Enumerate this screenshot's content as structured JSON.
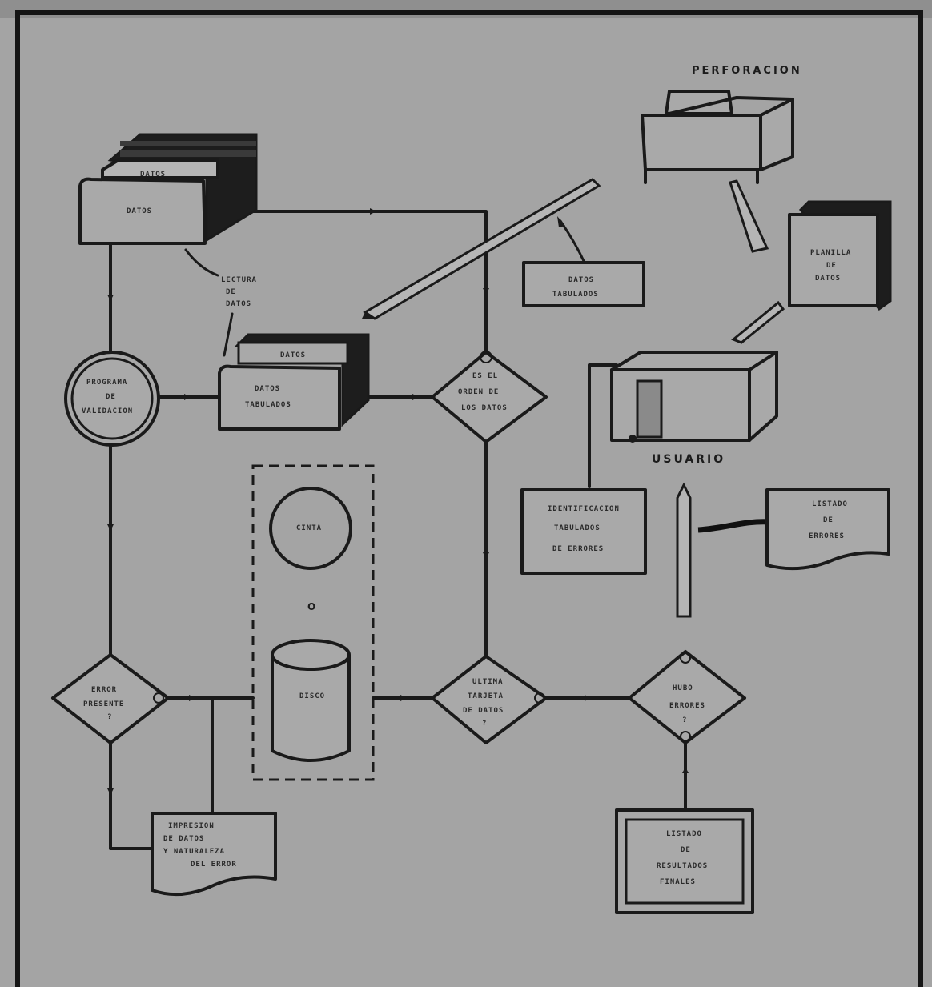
{
  "labels": {
    "perforacion": "PERFORACION",
    "usuario": "USUARIO",
    "o": "O"
  }
}
